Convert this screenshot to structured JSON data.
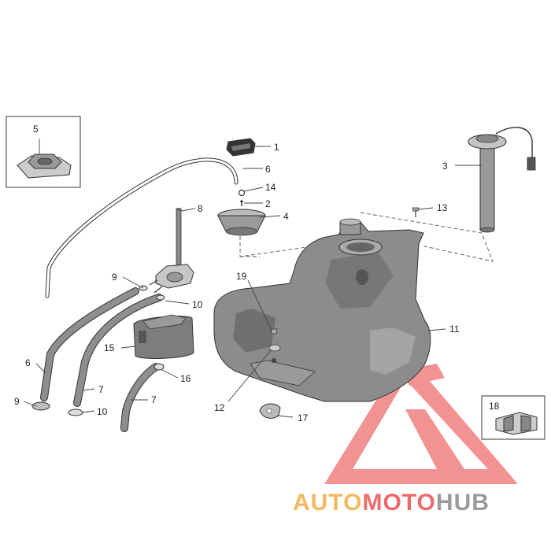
{
  "callouts": {
    "c1": "1",
    "c2": "2",
    "c3": "3",
    "c4": "4",
    "c5": "5",
    "c6a": "6",
    "c6b": "6",
    "c7a": "7",
    "c7b": "7",
    "c8": "8",
    "c9a": "9",
    "c9b": "9",
    "c10a": "10",
    "c10b": "10",
    "c11": "11",
    "c12": "12",
    "c13": "13",
    "c14": "14",
    "c15": "15",
    "c16": "16",
    "c17": "17",
    "c18": "18",
    "c19": "19"
  },
  "watermark": {
    "part1": "AUTO",
    "part2": "MOTO",
    "part3": "HUB",
    "color_orange": "#f4b860",
    "color_red": "#ee6a6a",
    "color_gray": "#9a9a9a"
  },
  "colors": {
    "tank": "#8e8e8e",
    "line": "#333333"
  }
}
